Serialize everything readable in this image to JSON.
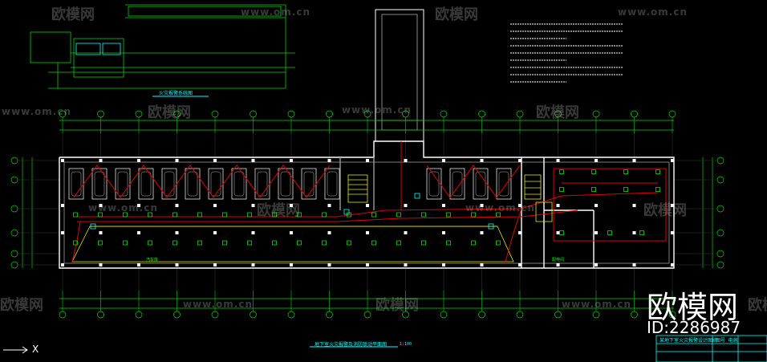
{
  "drawing": {
    "title_plan": "地下室火灾报警及消防联动平面图",
    "scale": "1:100",
    "subtitle_system": "火灾报警系统图",
    "parking_label": "汽车库",
    "room_label": "配电间",
    "axis_x": "X",
    "title_block_text": "某地下室火灾报警设计图纸",
    "title_block_sub": "图号 电施",
    "colors": {
      "wall": "#ffffff",
      "axis": "#00d400",
      "wire_red": "#e00000",
      "wire_yellow": "#e6e600",
      "device_green": "#00ff00",
      "cyan": "#00ffff",
      "magenta": "#ff3cff",
      "grid": "#3a3a3a"
    }
  },
  "watermark": {
    "brand_cn": "欧模网",
    "site": "www.om.cn",
    "id_text": "ID:2286987"
  }
}
